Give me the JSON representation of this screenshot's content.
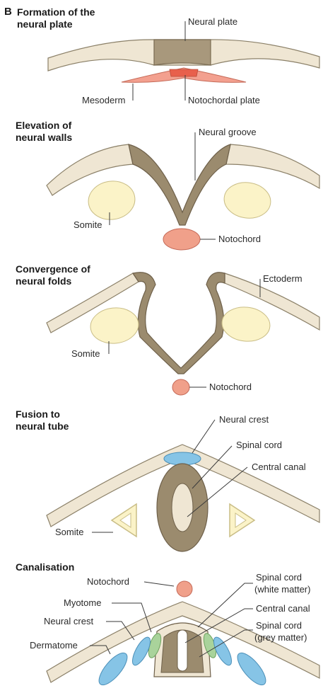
{
  "figure": {
    "panel_letter": "B",
    "colors": {
      "ectoderm": "#efe6d3",
      "ectoderm_stroke": "#8b8068",
      "neural": "#9b8b6e",
      "neural_dark": "#7a6b52",
      "mesoderm": "#f3a08f",
      "notochord": "#f0a08a",
      "somite": "#fbf3c8",
      "crest": "#86c4e6",
      "myotome": "#a9d39b"
    }
  },
  "panels": [
    {
      "title": "Formation of the\nneural plate",
      "labels": [
        "Neural plate",
        "Mesoderm",
        "Notochordal plate"
      ]
    },
    {
      "title": "Elevation of\nneural walls",
      "labels": [
        "Neural groove",
        "Somite",
        "Notochord"
      ]
    },
    {
      "title": "Convergence of\nneural folds",
      "labels": [
        "Ectoderm",
        "Somite",
        "Notochord"
      ]
    },
    {
      "title": "Fusion to\nneural tube",
      "labels": [
        "Neural crest",
        "Spinal cord",
        "Central canal",
        "Somite"
      ]
    },
    {
      "title": "Canalisation",
      "labels": [
        "Notochord",
        "Myotome",
        "Neural crest",
        "Dermatome",
        "Spinal cord",
        "(white matter)",
        "Central canal",
        "Spinal cord",
        "(grey matter)"
      ]
    }
  ]
}
